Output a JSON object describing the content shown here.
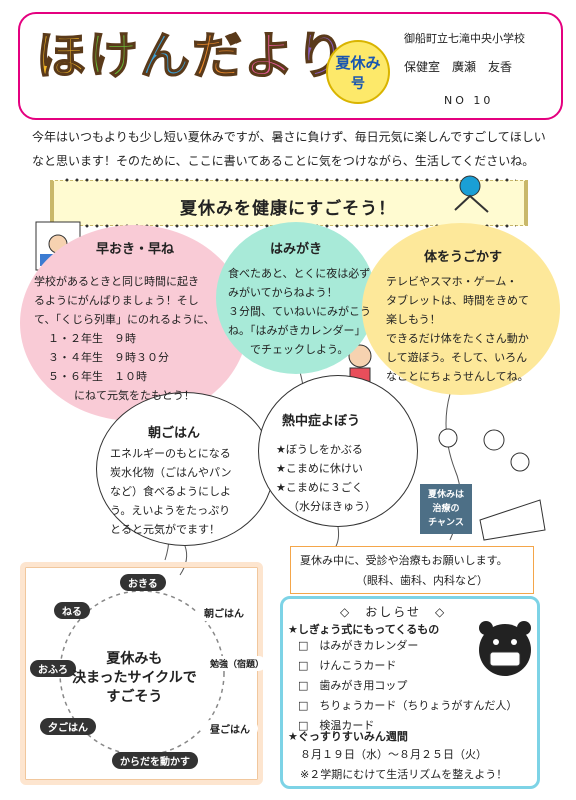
{
  "header": {
    "masthead": "ほけんだより",
    "masthead_chars": [
      {
        "ch": "ほ",
        "color": "#f2b628"
      },
      {
        "ch": "け",
        "color": "#6abf3a"
      },
      {
        "ch": "ん",
        "color": "#3aa0d8"
      },
      {
        "ch": "だ",
        "color": "#f08c2c"
      },
      {
        "ch": "よ",
        "color": "#e85a9a"
      },
      {
        "ch": "り",
        "color": "#8a5cc4"
      }
    ],
    "issue_season": "夏休み",
    "issue_unit": "号",
    "school": "御船町立七滝中央小学校",
    "office": "保健室　廣瀬　友香",
    "number": "NO 10"
  },
  "intro": "今年はいつもよりも少し短い夏休みですが、暑さに負けず、毎日元気に楽しんですごしてほしいなと思います！そのために、ここに書いてあることに気をつけながら、生活してくださいね。",
  "title": "夏休みを健康にすごそう！",
  "sections": {
    "wake": {
      "heading": "早おき・早ね",
      "lines": [
        "学校があるときと同じ時間に起き",
        "るようにがんばりましょう！そし",
        "て、「くじら列車」にのれるように、",
        "１・２年生　９時",
        "３・４年生　９時３０分",
        "５・６年生　１０時",
        "にねて元気をたもとう！"
      ]
    },
    "teeth": {
      "heading": "はみがき",
      "lines": [
        "食べたあと、とくに夜は必ず",
        "みがいてからねよう！",
        "３分間、ていねいにみがこう",
        "ね。「はみがきカレンダー」",
        "でチェックしよう。"
      ]
    },
    "move": {
      "heading": "体をうごかす",
      "lines": [
        "テレビやスマホ・ゲーム・",
        "タブレットは、時間をきめて",
        "楽しもう！",
        "できるだけ体をたくさん動か",
        "して遊ぼう。そして、いろん",
        "なことにちょうせんしてね。"
      ]
    },
    "breakfast": {
      "heading": "朝ごはん",
      "lines": [
        "エネルギーのもとになる",
        "炭水化物（ごはんやパン",
        "など）食べるようにしよ",
        "う。えいようをたっぷり",
        "とると元気がでます！"
      ]
    },
    "heatstroke": {
      "heading": "熱中症よぼう",
      "lines": [
        "★ぼうしをかぶる",
        "★こまめに休けい",
        "★こまめに３ごく",
        "（水分ほきゅう）"
      ]
    }
  },
  "sign": {
    "line1": "夏休みは",
    "line2": "治療の",
    "line3": "チャンス"
  },
  "notice": {
    "line1": "夏休み中に、受診や治療もお願いします。",
    "line2": "（眼科、歯科、内科など）"
  },
  "cycle": {
    "labels": [
      "おきる",
      "朝ごはん",
      "勉強（宿題）",
      "昼ごはん",
      "からだを動かす",
      "夕ごはん",
      "おふろ",
      "ねる"
    ],
    "center": [
      "夏休みも",
      "決まったサイクルで",
      "すごそう"
    ]
  },
  "info": {
    "title": "◇　おしらせ　◇",
    "collect_heading": "★しぎょう式にもってくるもの",
    "items": [
      "□　はみがきカレンダー",
      "□　けんこうカード",
      "□　歯みがき用コップ",
      "□　ちりょうカード（ちりょうがすんだ人）",
      "□　検温カード"
    ],
    "sleep_heading": "★ぐっすりすいみん週間",
    "sleep_dates": "８月１９日（水）～８月２５日（火）",
    "sleep_note": "※２学期にむけて生活リズムを整えよう！"
  },
  "colors": {
    "pink": "#f9cbd6",
    "teal": "#a8ead8",
    "yellow": "#fde89a",
    "frame": "#e4007f",
    "info_border": "#7dd3e6"
  }
}
